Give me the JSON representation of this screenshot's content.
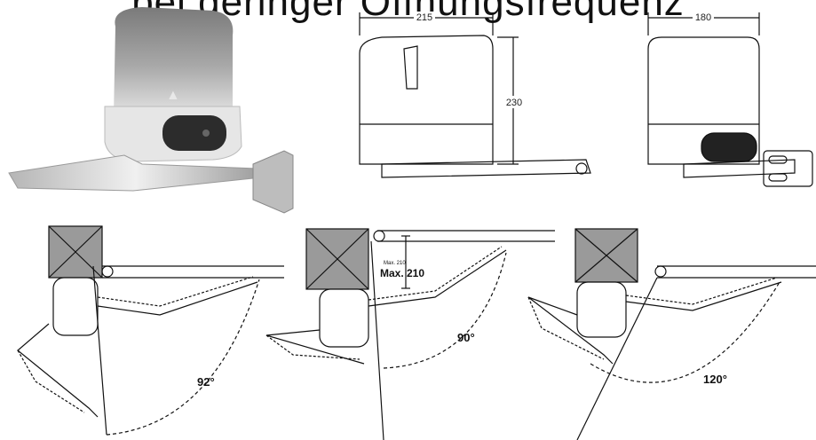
{
  "title": "bei geringer Öffnungsfrequenz",
  "dimensions": {
    "width_side": "215",
    "height": "230",
    "width_front": "180"
  },
  "diagrams": [
    {
      "angle": "92°"
    },
    {
      "angle": "90°",
      "max_small": "Max. 210",
      "max_label": "Max. 210"
    },
    {
      "angle": "120°"
    }
  ],
  "colors": {
    "pillar": "#9a9a9a",
    "motor_body": "#d8d8d8",
    "lens": "#333333"
  }
}
